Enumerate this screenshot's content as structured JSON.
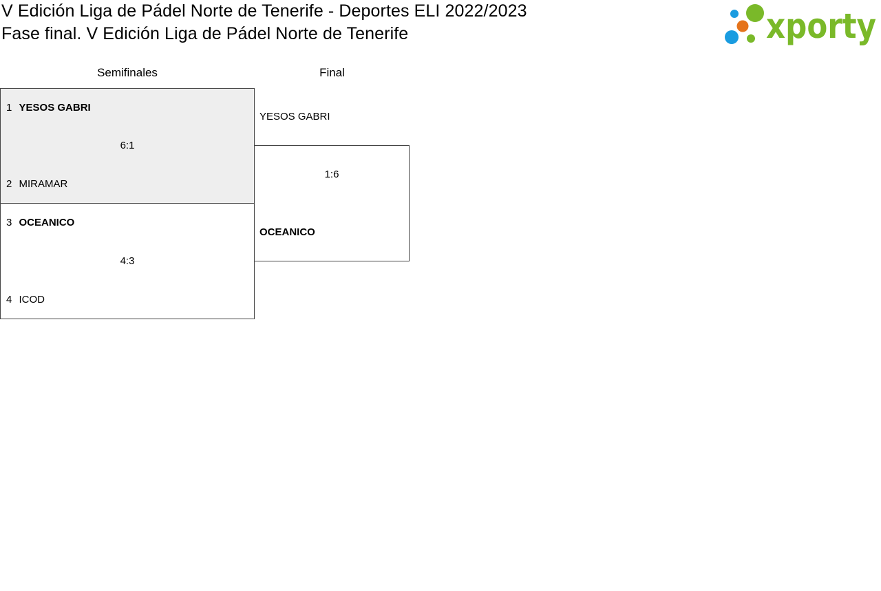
{
  "header": {
    "title": "V Edición Liga de Pádel Norte de Tenerife - Deportes ELI 2022/2023",
    "subtitle": "Fase final. V Edición Liga de Pádel Norte de Tenerife"
  },
  "logo": {
    "text": "xporty",
    "colors": {
      "green": "#7ab929",
      "blue": "#1a9ce0",
      "orange": "#e5731b"
    }
  },
  "rounds": {
    "semifinals_label": "Semifinales",
    "final_label": "Final"
  },
  "semifinals": [
    {
      "home": {
        "seed": "1",
        "name": "YESOS GABRI",
        "winner": true
      },
      "away": {
        "seed": "2",
        "name": "MIRAMAR",
        "winner": false
      },
      "score": "6:1"
    },
    {
      "home": {
        "seed": "3",
        "name": "OCEANICO",
        "winner": true
      },
      "away": {
        "seed": "4",
        "name": "ICOD",
        "winner": false
      },
      "score": "4:3"
    }
  ],
  "final": {
    "home": {
      "name": "YESOS GABRI",
      "winner": false
    },
    "away": {
      "name": "OCEANICO",
      "winner": true
    },
    "score": "1:6"
  },
  "colors": {
    "highlight_background": "#eeeeee",
    "border": "#444444"
  }
}
